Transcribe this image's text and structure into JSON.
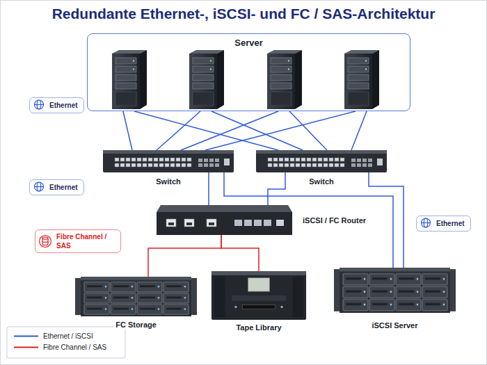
{
  "diagram": {
    "title": "Redundante Ethernet-, iSCSI- und FC / SAS-Architektur",
    "nodes": [
      {
        "text": [
          "Server"
        ]
      },
      {
        "text": [
          "Ethernet"
        ]
      },
      {
        "text": [
          "Switch"
        ]
      },
      {
        "text": [
          "Switch"
        ]
      },
      {
        "text": [
          "Ethernet"
        ]
      },
      {
        "text": [
          "iSCSI / FC Router"
        ]
      },
      {
        "text": [
          "Ethernet"
        ]
      },
      {
        "text": [
          "Fibre Channel / SAS"
        ]
      },
      {
        "text": [
          "FC Storage"
        ]
      },
      {
        "text": [
          "Tape Library"
        ]
      },
      {
        "text": [
          "iSCSI Server"
        ]
      }
    ],
    "edges": [
      {
        "from": 0,
        "to": 2,
        "arrow": "none"
      },
      {
        "from": 0,
        "to": 3,
        "arrow": "none"
      },
      {
        "from": 2,
        "to": 5,
        "arrow": "none"
      },
      {
        "from": 3,
        "to": 5,
        "arrow": "none"
      },
      {
        "from": 2,
        "to": 10,
        "arrow": "none"
      },
      {
        "from": 3,
        "to": 10,
        "arrow": "none"
      },
      {
        "from": 5,
        "to": 8,
        "arrow": "none"
      },
      {
        "from": 5,
        "to": 9,
        "arrow": "none"
      }
    ],
    "legend": [
      {
        "text": "Ethernet / iSCSI"
      },
      {
        "text": "Fibre Channel / SAS"
      }
    ]
  }
}
